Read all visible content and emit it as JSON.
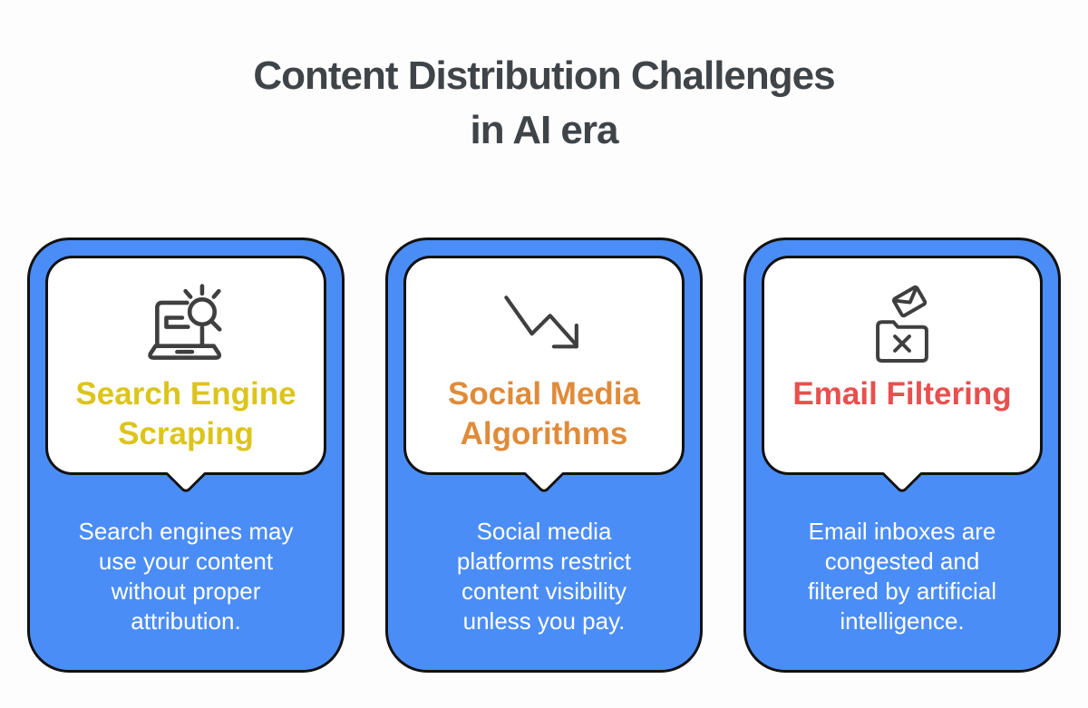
{
  "title": "Content Distribution Challenges\nin AI era",
  "theme": {
    "background": "#fdfdfd",
    "card_blue": "#4b8df6",
    "outline": "#111111",
    "title_color": "#3f4449",
    "icon_color": "#3f3f3f",
    "bubble_fill": "#ffffff",
    "body_text_color": "#ffffff"
  },
  "cards": [
    {
      "icon": "laptop-search-icon",
      "heading": "Search Engine\nScraping",
      "accent": "#ddc41a",
      "description": "Search engines may\nuse your content\nwithout proper\nattribution."
    },
    {
      "icon": "trend-down-icon",
      "heading": "Social Media\nAlgorithms",
      "accent": "#e08b3a",
      "description": "Social media\nplatforms restrict\ncontent visibility\nunless you pay."
    },
    {
      "icon": "email-folder-x-icon",
      "heading": "Email Filtering",
      "accent": "#e8504e",
      "description": "Email inboxes are\ncongested and\nfiltered by artificial\nintelligence."
    }
  ]
}
